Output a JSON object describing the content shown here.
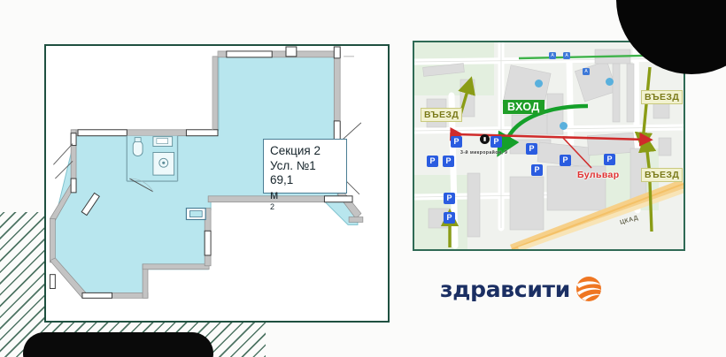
{
  "page": {
    "background_color": "#fbfbfa",
    "accent_green": "#1f5040",
    "accent_orange": "#ef7622"
  },
  "floor_plan": {
    "card_border_color": "#1f5040",
    "interior_fill_color": "#b8e6ee",
    "wall_color": "#b9b9b9",
    "label": {
      "line1": "Секция 2",
      "line2": "Усл. №1",
      "area_value": "69,1",
      "area_unit": "м",
      "area_unit_sup": "2",
      "area_text": "69,1 м²"
    }
  },
  "map": {
    "border_color": "#2f6a55",
    "labels": {
      "entrance": "ВХОД",
      "drive_in": "ВЪЕЗД",
      "boulevard": "Бульвар",
      "ring_road": "ЦКАД",
      "address": "3-й микрорайон, 9"
    },
    "drive_in_markers": [
      {
        "text": "ВЪЕЗД",
        "position": "left"
      },
      {
        "text": "ВЪЕЗД",
        "position": "right-top"
      },
      {
        "text": "ВЪЕЗД",
        "position": "right-bottom"
      }
    ],
    "parking_markers": [
      {
        "label": "P"
      },
      {
        "label": "P"
      },
      {
        "label": "P"
      },
      {
        "label": "P"
      },
      {
        "label": "P"
      },
      {
        "label": "P"
      },
      {
        "label": "P"
      },
      {
        "label": "P"
      },
      {
        "label": "P"
      },
      {
        "label": "P"
      }
    ],
    "transit_markers": [
      {
        "label": "A"
      },
      {
        "label": "A"
      },
      {
        "label": "A"
      }
    ],
    "route_colors": {
      "entrance_arrow": "#15a02a",
      "drive_in_arrow": "#8a9c16",
      "boulevard_arrow": "#d02b2b",
      "highway": "#f3b44a"
    }
  },
  "brand": {
    "name": "здравсити",
    "text_color": "#1b2f63",
    "mark_color": "#ef7622",
    "mark_name": "orange-globe-swoosh"
  }
}
